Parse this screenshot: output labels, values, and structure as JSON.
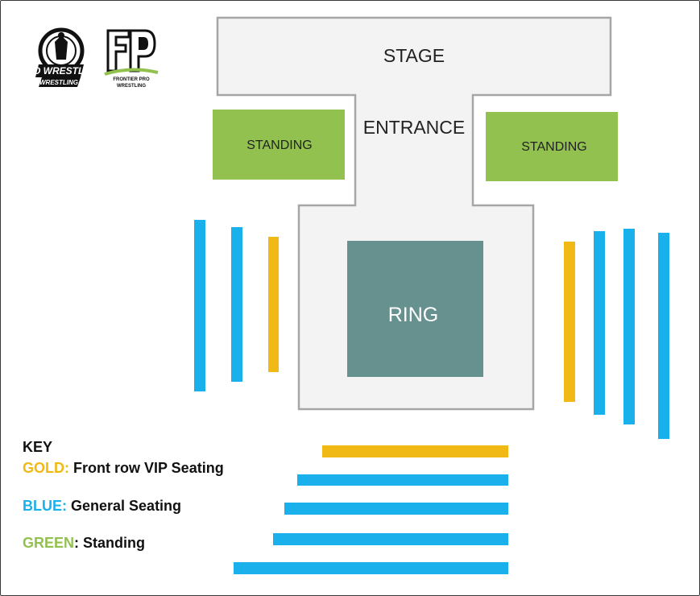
{
  "colors": {
    "stage_fill": "#f3f3f4",
    "stage_stroke": "#a6a6a6",
    "standing_green": "#92c150",
    "ring_teal": "#66918f",
    "gold": "#f1b915",
    "blue": "#1ab0ec",
    "key_gold_text": "#f1b915",
    "key_blue_text": "#1ab0ec",
    "key_green_text": "#92c150"
  },
  "logos": [
    {
      "name": "iron-city-pro-wrestling-logo",
      "text": "PRO WRESTLING"
    },
    {
      "name": "frontier-pro-wrestling-logo",
      "text": "FRONTIER PRO WRESTLING"
    }
  ],
  "areas": {
    "stage": "STAGE",
    "entrance": "ENTRANCE",
    "standing_left": "STANDING",
    "standing_right": "STANDING",
    "ring": "RING"
  },
  "key": {
    "title": "KEY",
    "items": [
      {
        "color_word": "GOLD:",
        "description": " Front row VIP Seating",
        "color": "gold"
      },
      {
        "color_word": "BLUE:",
        "description": " General Seating",
        "color": "blue"
      },
      {
        "color_word": "GREEN",
        "description": ": Standing",
        "color": "green"
      }
    ]
  }
}
